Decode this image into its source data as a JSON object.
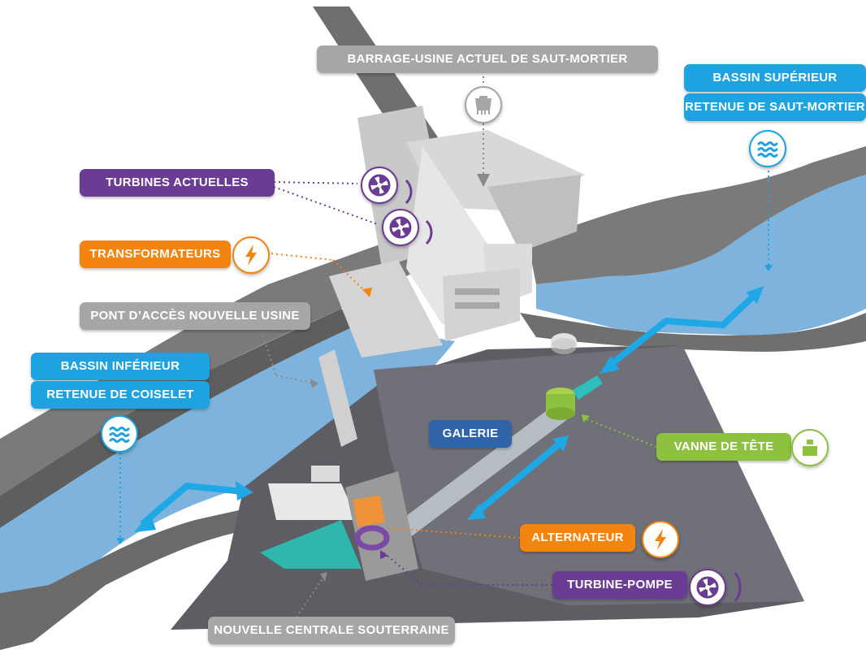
{
  "labels": {
    "barrage": "BARRAGE-USINE ACTUEL DE SAUT-MORTIER",
    "bassin_superieur": "BASSIN SUPÉRIEUR",
    "retenue_saut_mortier": "RETENUE DE SAUT-MORTIER",
    "turbines_actuelles": "TURBINES ACTUELLES",
    "transformateurs": "TRANSFORMATEURS",
    "pont_acces": "PONT D’ACCÈS NOUVELLE USINE",
    "bassin_inferieur": "BASSIN INFÉRIEUR",
    "retenue_coiselet": "RETENUE DE COISELET",
    "galerie": "GALERIE",
    "vanne_tete": "VANNE DE TÊTE",
    "alternateur": "ALTERNATEUR",
    "turbine_pompe": "TURBINE-POMPE",
    "nouvelle_centrale": "NOUVELLE CENTRALE SOUTERRAINE"
  },
  "icons": {
    "dam": "dam-icon",
    "water": "water-waves-icon",
    "turbine": "turbine-icon",
    "lightning": "lightning-icon",
    "valve": "valve-icon"
  },
  "colors": {
    "gray_label": "#a6a6a6",
    "blue_label": "#1fa3e0",
    "navy_label": "#2f65a8",
    "purple": "#6a3c93",
    "orange": "#f2840f",
    "green": "#8dc13f",
    "water": "#7db3dc",
    "arrow": "#1fa8e6",
    "terrain": "#7e7e7e"
  }
}
